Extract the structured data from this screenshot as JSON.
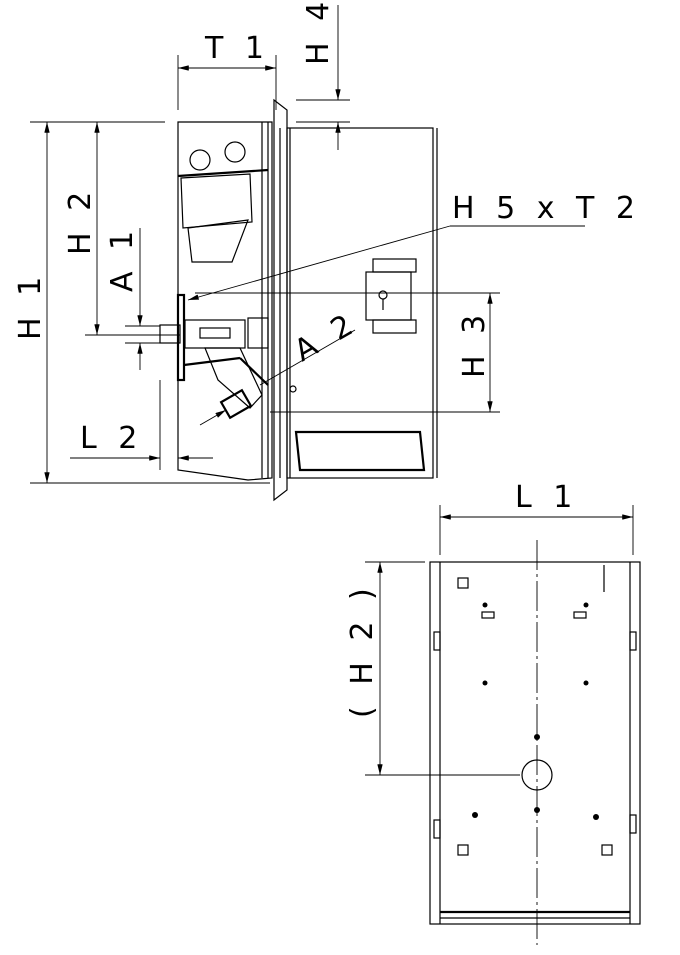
{
  "labels": {
    "T1": "T 1",
    "H4": "H 4",
    "H2": "H 2",
    "H1": "H 1",
    "A1": "A 1",
    "H5xT2": "H 5 x T 2",
    "A2": "A 2",
    "H3": "H 3",
    "L2": "L 2",
    "L1": "L 1",
    "H2_ref": "( H 2 )"
  }
}
